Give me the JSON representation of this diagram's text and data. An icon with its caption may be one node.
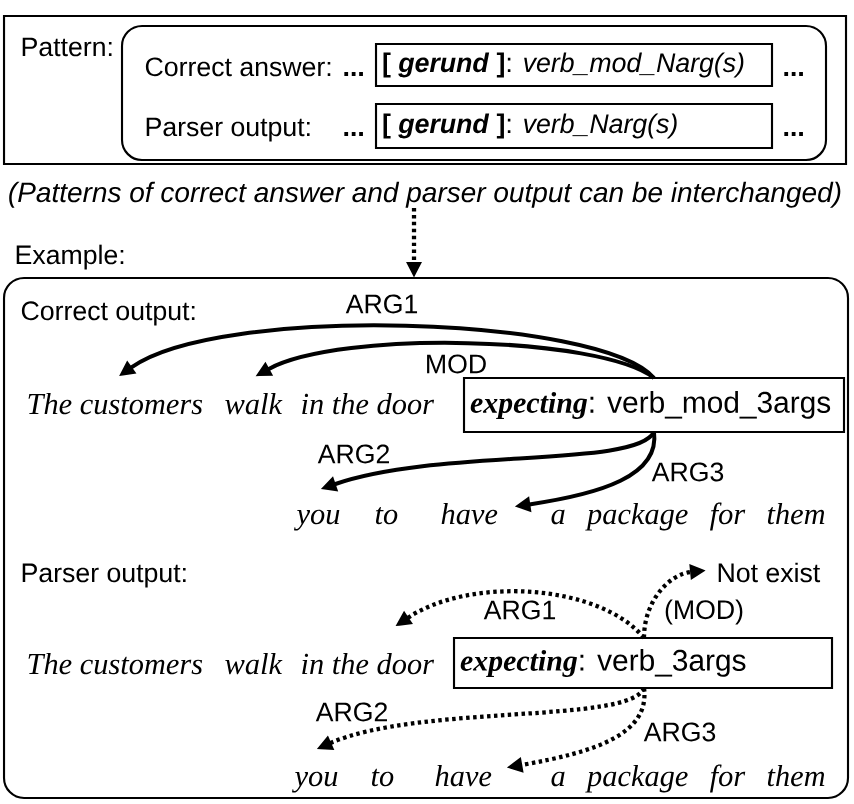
{
  "diagram": {
    "nodes": [
      {
        "text": [
          "Pattern:"
        ]
      },
      {
        "text": [
          "Correct answer:",
          "...",
          "...",
          "Parser output:",
          "...",
          "..."
        ],
        "in": 0
      },
      {
        "text": [
          "**[ *gerund* ]**: *verb_mod_Narg(s)*"
        ],
        "in": 1
      },
      {
        "text": [
          "**[ *gerund* ]**: *verb_Narg(s)*"
        ],
        "in": 1
      },
      {
        "text": [
          "Example:",
          "Correct output:",
          "Parser output:"
        ]
      },
      {
        "text": [
          "The customers"
        ],
        "in": 4
      },
      {
        "text": [
          "walk"
        ],
        "in": 4
      },
      {
        "text": [
          "**expecting**: verb_mod_3args"
        ],
        "in": 4
      },
      {
        "text": [
          "you"
        ],
        "in": 4
      },
      {
        "text": [
          "have"
        ],
        "in": 4
      },
      {
        "text": [
          "Not exist"
        ],
        "in": 4
      },
      {
        "text": [
          "in the door"
        ],
        "in": 4
      },
      {
        "text": [
          "**expecting**: verb_3args"
        ],
        "in": 4
      },
      {
        "text": [
          "you"
        ],
        "in": 4
      },
      {
        "text": [
          "have"
        ],
        "in": 4
      }
    ],
    "edges": [
      {
        "from": 0,
        "to": 4,
        "arrow": "to",
        "style": "dashed"
      },
      {
        "from": 7,
        "to": 5,
        "arrow": "to",
        "label": "ARG1"
      },
      {
        "from": 7,
        "to": 6,
        "arrow": "to",
        "label": "MOD"
      },
      {
        "from": 7,
        "to": 8,
        "arrow": "to",
        "label": "ARG2"
      },
      {
        "from": 7,
        "to": 9,
        "arrow": "to",
        "label": "ARG3"
      },
      {
        "from": 12,
        "to": 11,
        "arrow": "to",
        "label": "ARG1",
        "style": "dashed"
      },
      {
        "from": 12,
        "to": 10,
        "arrow": "to",
        "label": "(MOD)",
        "style": "dashed"
      },
      {
        "from": 12,
        "to": 13,
        "arrow": "to",
        "label": "ARG2",
        "style": "dashed"
      },
      {
        "from": 12,
        "to": 14,
        "arrow": "to",
        "label": "ARG3",
        "style": "dashed"
      }
    ],
    "labels": [
      "(Patterns of correct answer and parser output can be interchanged)",
      "in the door",
      "to",
      "a package for them",
      "The customers",
      "walk",
      "to",
      "a package for them"
    ]
  }
}
